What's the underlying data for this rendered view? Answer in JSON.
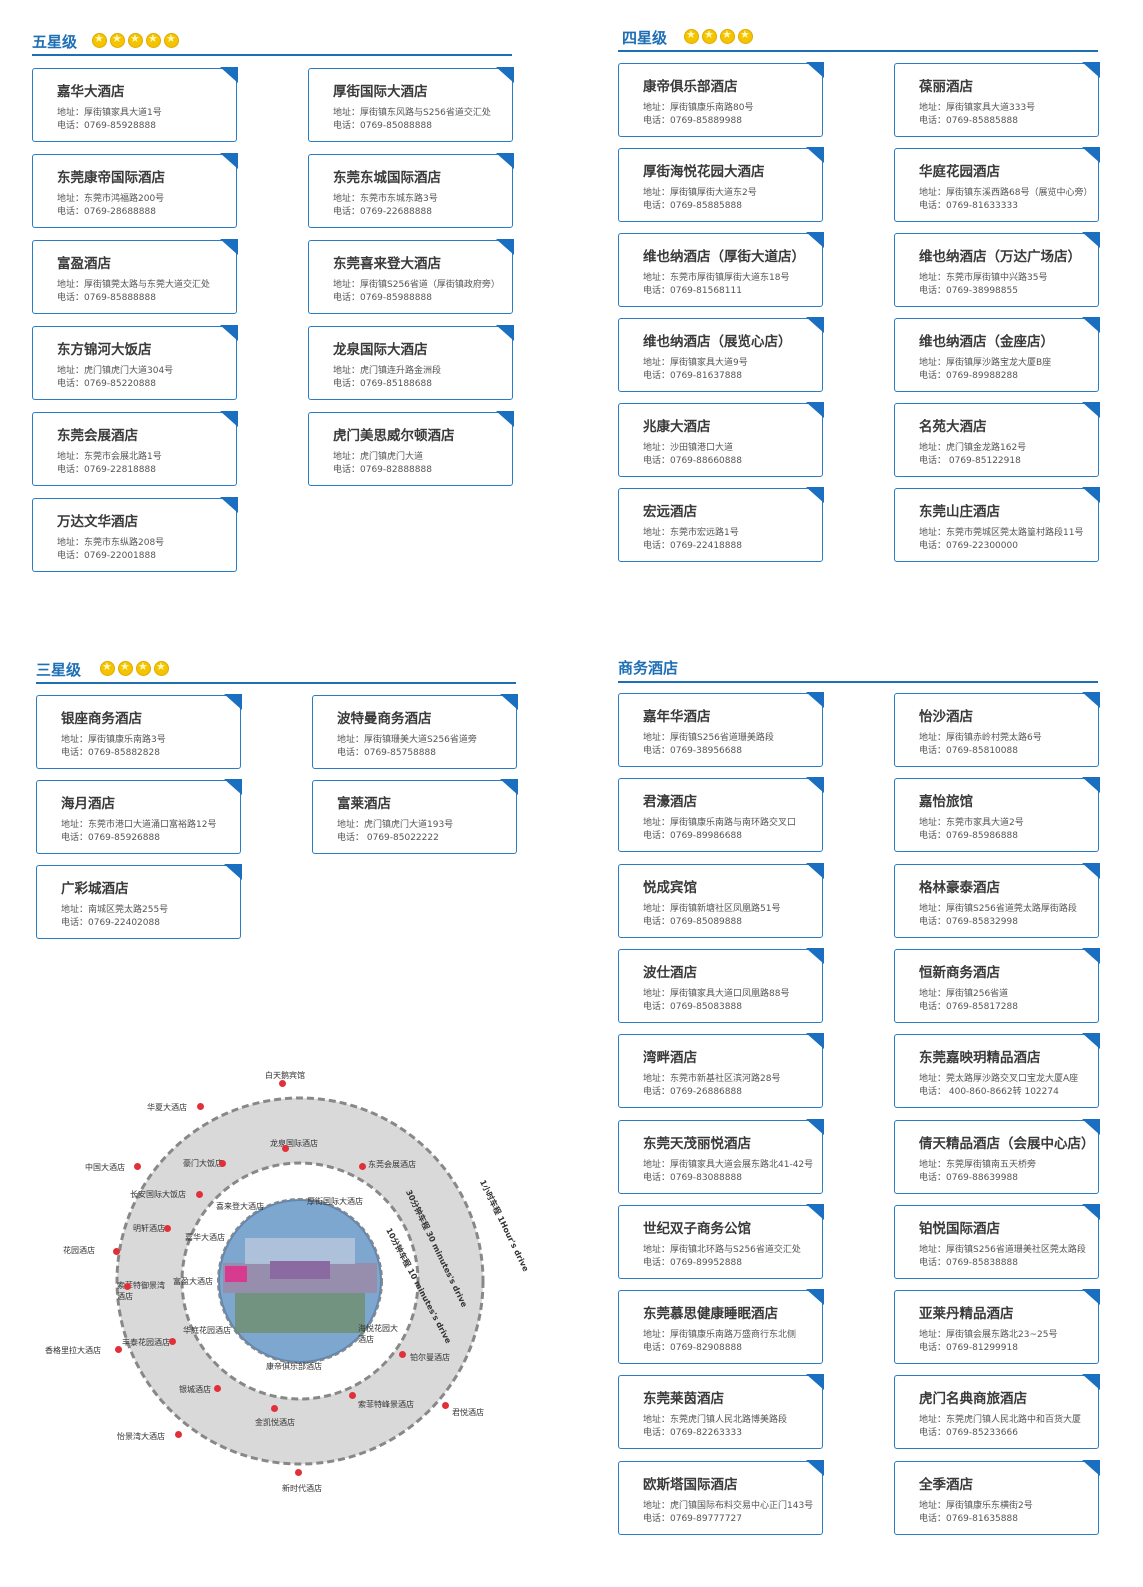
{
  "sections": {
    "five": {
      "title": "五星级",
      "stars": 5,
      "cards": [
        {
          "name": "嘉华大酒店",
          "addr": "地址：厚街镇家具大道1号",
          "tel": "电话：0769-85928888"
        },
        {
          "name": "厚街国际大酒店",
          "addr": "地址：厚街镇东风路与S256省道交汇处",
          "tel": "电话：0769-85088888"
        },
        {
          "name": "东莞康帝国际酒店",
          "addr": "地址：东莞市鸿福路200号",
          "tel": "电话：0769-28688888"
        },
        {
          "name": "东莞东城国际酒店",
          "addr": "地址：东莞市东城东路3号",
          "tel": "电话：0769-22688888"
        },
        {
          "name": "富盈酒店",
          "addr": "地址：厚街镇莞太路与东莞大道交汇处",
          "tel": "电话：0769-85888888"
        },
        {
          "name": "东莞喜来登大酒店",
          "addr": "地址：厚街镇S256省道（厚街镇政府旁）",
          "tel": "电话：0769-85988888"
        },
        {
          "name": "东方锦河大饭店",
          "addr": "地址：虎门镇虎门大道304号",
          "tel": "电话：0769-85220888"
        },
        {
          "name": "龙泉国际大酒店",
          "addr": "地址：虎门镇连升路金洲段",
          "tel": "电话：0769-85188688"
        },
        {
          "name": "东莞会展酒店",
          "addr": "地址：东莞市会展北路1号",
          "tel": "电话：0769-22818888"
        },
        {
          "name": "虎门美思威尔顿酒店",
          "addr": "地址：虎门镇虎门大道",
          "tel": "电话：0769-82888888"
        },
        {
          "name": "万达文华酒店",
          "addr": "地址：东莞市东纵路208号",
          "tel": "电话：0769-22001888"
        }
      ]
    },
    "four": {
      "title": "四星级",
      "stars": 4,
      "cards": [
        {
          "name": "康帝俱乐部酒店",
          "addr": "地址：厚街镇康乐南路80号",
          "tel": "电话：0769-85889988"
        },
        {
          "name": "葆丽酒店",
          "addr": "地址：厚街镇家具大道333号",
          "tel": "电话：0769-85885888"
        },
        {
          "name": "厚街海悦花园大酒店",
          "addr": "地址：厚街镇厚街大道东2号",
          "tel": "电话：0769-85885888"
        },
        {
          "name": "华庭花园酒店",
          "addr": "地址：厚街镇东溪西路68号（展览中心旁）",
          "tel": "电话：0769-81633333"
        },
        {
          "name": "维也纳酒店（厚街大道店）",
          "addr": "地址：东莞市厚街镇厚街大道东18号",
          "tel": "电话：0769-81568111"
        },
        {
          "name": "维也纳酒店（万达广场店）",
          "addr": "地址：东莞市厚街镇中兴路35号",
          "tel": "电话：0769-38998855"
        },
        {
          "name": "维也纳酒店（展览心店）",
          "addr": "地址：厚街镇家具大道9号",
          "tel": "电话：0769-81637888"
        },
        {
          "name": "维也纳酒店（金座店）",
          "addr": "地址：厚街镇厚沙路宝龙大厦B座",
          "tel": "电话：0769-89988288"
        },
        {
          "name": "兆康大酒店",
          "addr": "地址：沙田镇港口大道",
          "tel": "电话：0769-88660888"
        },
        {
          "name": "名苑大酒店",
          "addr": "地址：虎门镇金龙路162号",
          "tel": "电话： 0769-85122918"
        },
        {
          "name": "宏远酒店",
          "addr": "地址：东莞市宏远路1号",
          "tel": "电话：0769-22418888"
        },
        {
          "name": "东莞山庄酒店",
          "addr": "地址：东莞市莞城区莞太路篁村路段11号",
          "tel": "电话：0769-22300000"
        }
      ]
    },
    "three": {
      "title": "三星级",
      "stars": 4,
      "cards": [
        {
          "name": "银座商务酒店",
          "addr": "地址：厚街镇康乐南路3号",
          "tel": "电话：0769-85882828"
        },
        {
          "name": "波特曼商务酒店",
          "addr": "地址：厚街镇珊美大道S256省道旁",
          "tel": "电话：0769-85758888"
        },
        {
          "name": "海月酒店",
          "addr": "地址：东莞市港口大道涌口富裕路12号",
          "tel": "电话：0769-85926888"
        },
        {
          "name": "富莱酒店",
          "addr": "地址：虎门镇虎门大道193号",
          "tel": "电话： 0769-85022222"
        },
        {
          "name": "广彩城酒店",
          "addr": "地址：南城区莞太路255号",
          "tel": "电话：0769-22402088"
        }
      ]
    },
    "business": {
      "title": "商务酒店",
      "cards": [
        {
          "name": "嘉年华酒店",
          "addr": "地址：厚街镇S256省道珊美路段",
          "tel": "电话：0769-38956688"
        },
        {
          "name": "怡沙酒店",
          "addr": "地址：厚街镇赤岭村莞太路6号",
          "tel": "电话：0769-85810088"
        },
        {
          "name": "君濠酒店",
          "addr": "地址：厚街镇康乐南路与南环路交叉口",
          "tel": "电话：0769-89986688"
        },
        {
          "name": "嘉怡旅馆",
          "addr": "地址：东莞市家具大道2号",
          "tel": "电话：0769-85986888"
        },
        {
          "name": "悦成宾馆",
          "addr": "地址：厚街镇新塘社区凤凰路51号",
          "tel": "电话：0769-85089888"
        },
        {
          "name": "格林豪泰酒店",
          "addr": "地址：厚街镇S256省道莞太路厚街路段",
          "tel": "电话：0769-85832998"
        },
        {
          "name": "波仕酒店",
          "addr": "地址：厚街镇家具大道口凤凰路88号",
          "tel": "电话：0769-85083888"
        },
        {
          "name": "恒新商务酒店",
          "addr": "地址：厚街镇256省道",
          "tel": "电话：0769-85817288"
        },
        {
          "name": "湾畔酒店",
          "addr": "地址：东莞市新基社区滨河路28号",
          "tel": "电话：0769-26886888"
        },
        {
          "name": "东莞嘉映玥精品酒店",
          "addr": "地址：莞太路厚沙路交叉口宝龙大厦A座",
          "tel": "电话： 400-860-8662转 102274"
        },
        {
          "name": "东莞天茂丽悦酒店",
          "addr": "地址：厚街镇家具大道会展东路北41-42号",
          "tel": "电话：0769-83088888"
        },
        {
          "name": "倩天精品酒店（会展中心店）",
          "addr": "地址：东莞厚街镇南五天桥旁",
          "tel": "电话：0769-88639988"
        },
        {
          "name": "世纪双子商务公馆",
          "addr": "地址：厚街镇北环路与S256省道交汇处",
          "tel": "电话：0769-89952888"
        },
        {
          "name": "铂悦国际酒店",
          "addr": "地址：厚街镇S256省道珊美社区莞太路段",
          "tel": "电话：0769-85838888"
        },
        {
          "name": "东莞慕思健康睡眠酒店",
          "addr": "地址：厚街镇康乐南路万盛商行东北侧",
          "tel": "电话：0769-82908888"
        },
        {
          "name": "亚莱丹精品酒店",
          "addr": "地址：厚街镇会展东路北23~25号",
          "tel": "电话：0769-81299918"
        },
        {
          "name": "东莞莱茵酒店",
          "addr": "地址：东莞虎门镇人民北路博美路段",
          "tel": "电话：0769-82263333"
        },
        {
          "name": "虎门名典商旅酒店",
          "addr": "地址：东莞虎门镇人民北路中和百货大厦",
          "tel": "电话：0769-85233666"
        },
        {
          "name": "欧斯塔国际酒店",
          "addr": "地址：虎门镇国际布料交易中心正门143号",
          "tel": "电话：0769-89777727"
        },
        {
          "name": "全季酒店",
          "addr": "地址：厚街镇康乐东横街2号",
          "tel": "电话：0769-81635888"
        }
      ]
    }
  },
  "map": {
    "outer_ring_label": "1小时车程 1Hour's drive",
    "middle_ring_label": "30分钟车程 30 minutes's drive",
    "inner_ring_label": "10分钟车程 10 minutes's drive",
    "labels": [
      "白天鹅宾馆",
      "华夏大酒店",
      "中国大酒店",
      "花园酒店",
      "香格里拉大酒店",
      "怡景湾大酒店",
      "新时代酒店",
      "君悦酒店",
      "铂尔曼酒店",
      "龙泉国际酒店",
      "东莞会展酒店",
      "豪门大饭店",
      "长安国际大饭店",
      "明轩酒店",
      "索菲特御景湾酒店",
      "丰泰花园酒店",
      "银城酒店",
      "金凯悦酒店",
      "索菲特峰景酒店",
      "喜来登大酒店",
      "厚街国际大酒店",
      "嘉华大酒店",
      "富盈大酒店",
      "华庭花园酒店",
      "康帝俱乐部酒店",
      "海悦花园大酒店"
    ]
  },
  "colors": {
    "accent": "#1f6fb5",
    "card_border": "#2a7dc4",
    "dot": "#e0303a",
    "ring": "#d9d9d9"
  }
}
